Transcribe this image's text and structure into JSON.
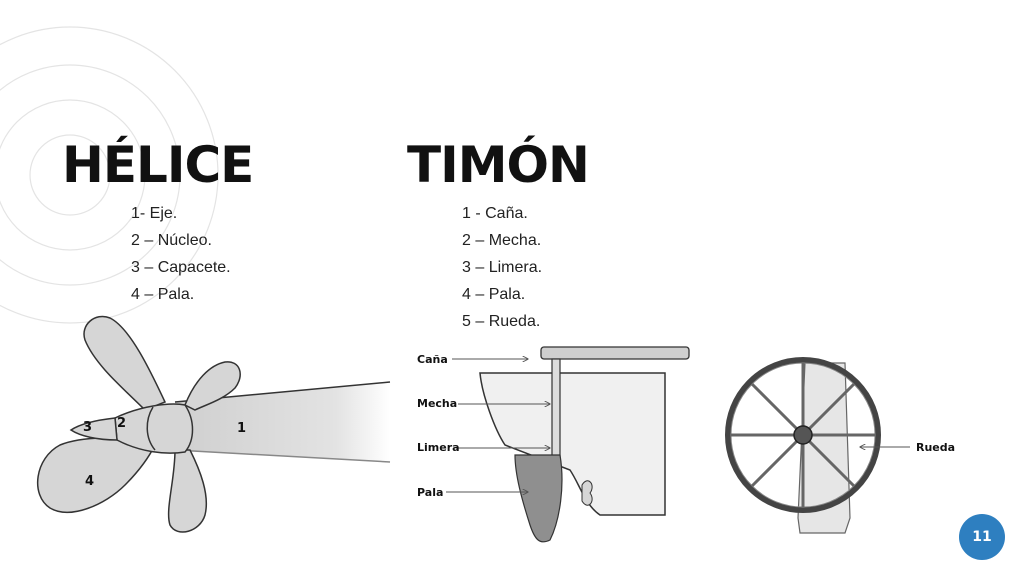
{
  "helice": {
    "title": "HÉLICE",
    "items": [
      "1- Eje.",
      "2 – Núcleo.",
      "3 – Capacete.",
      "4 – Pala."
    ],
    "diagram_labels": {
      "eje": "1",
      "nucleo": "2",
      "capacete": "3",
      "pala": "4"
    }
  },
  "timon": {
    "title": "TIMÓN",
    "items": [
      "1 - Caña.",
      "2 – Mecha.",
      "3 – Limera.",
      "4 – Pala.",
      "5 – Rueda."
    ],
    "diagram_labels": {
      "cana": "Caña",
      "mecha": "Mecha",
      "limera": "Limera",
      "pala": "Pala",
      "rueda": "Rueda"
    }
  },
  "page_number": "11",
  "colors": {
    "accent": "#2e7fc0",
    "part_fill": "#d6d6d6",
    "outline": "#333333"
  }
}
